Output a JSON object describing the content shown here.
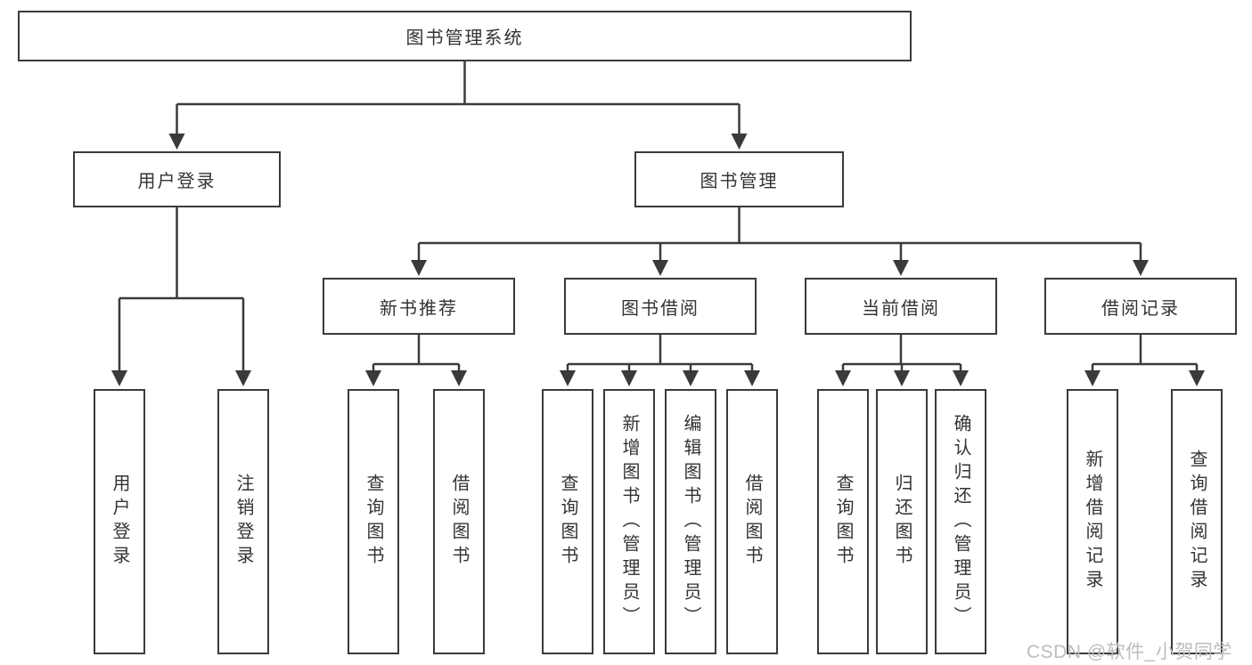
{
  "diagram": {
    "root": {
      "label": "图书管理系统"
    },
    "level1": [
      {
        "label": "用户登录"
      },
      {
        "label": "图书管理"
      }
    ],
    "level2": [
      {
        "label": "新书推荐"
      },
      {
        "label": "图书借阅"
      },
      {
        "label": "当前借阅"
      },
      {
        "label": "借阅记录"
      }
    ],
    "leaves": {
      "user_login": [
        "用户登录",
        "注销登录"
      ],
      "new_book_recommend": [
        "查询图书",
        "借阅图书"
      ],
      "book_borrow": [
        "查询图书",
        "新增图书（管理员）",
        "编辑图书（管理员）",
        "借阅图书"
      ],
      "current_borrow": [
        "查询图书",
        "归还图书",
        "确认归还（管理员）"
      ],
      "borrow_record": [
        "新增借阅记录",
        "查询借阅记录"
      ]
    }
  },
  "watermark": {
    "text": "CSDN @软件_小贺同学"
  },
  "colors": {
    "line": "#3a3a3a",
    "text": "#333333",
    "box-bg": "#ffffff",
    "watermark": "#bdbdbd",
    "background": "#ffffff"
  }
}
